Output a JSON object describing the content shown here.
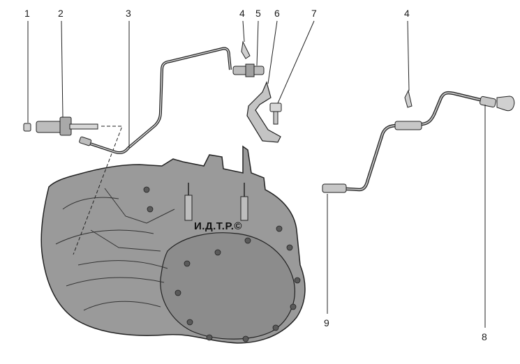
{
  "diagram": {
    "callouts": [
      {
        "id": "1",
        "label": "1"
      },
      {
        "id": "2",
        "label": "2"
      },
      {
        "id": "3",
        "label": "3"
      },
      {
        "id": "4a",
        "label": "4"
      },
      {
        "id": "5",
        "label": "5"
      },
      {
        "id": "6",
        "label": "6"
      },
      {
        "id": "7",
        "label": "7"
      },
      {
        "id": "4b",
        "label": "4"
      },
      {
        "id": "8",
        "label": "8"
      },
      {
        "id": "9",
        "label": "9"
      }
    ],
    "watermark": "И.Д.Т.Р.©"
  },
  "colors": {
    "housing_fill": "#9a9a9a",
    "housing_shade": "#7d7d7d",
    "line": "#222222",
    "background": "#ffffff"
  }
}
